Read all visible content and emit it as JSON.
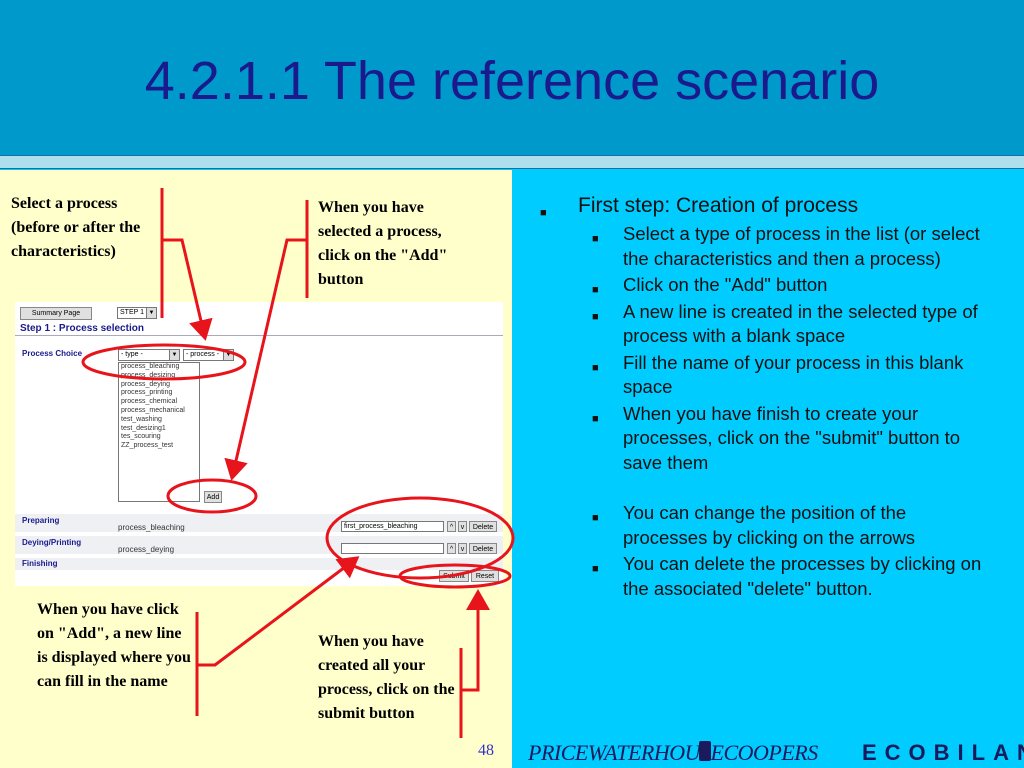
{
  "slide": {
    "title": "4.2.1.1 The reference scenario",
    "page_number": "48"
  },
  "callouts": {
    "select_process": "Select a process (before or after the characteristics)",
    "click_add": "When you have selected a process, click on the \"Add\" button",
    "new_line": "When you have click on \"Add\", a new line is displayed where you can fill in the name",
    "submit": "When you have created all your process, click on the submit button"
  },
  "app": {
    "summary_button": "Summary Page",
    "step_select": "STEP 1",
    "step_heading": "Step 1 : Process selection",
    "process_choice_label": "Process Choice",
    "type_select": "- type -",
    "process_select": "- process -",
    "list_items": [
      "process_bleaching",
      "process_desizing",
      "process_deying",
      "process_printing",
      "process_chemical",
      "process_mechanical",
      "test_washing",
      "test_desizing1",
      "tes_scouring",
      "ZZ_process_test"
    ],
    "add_button": "Add",
    "rows": [
      {
        "section": "Preparing",
        "process": "process_bleaching",
        "name_value": "first_process_bleaching",
        "up": "^",
        "down": "v",
        "delete": "Delete"
      },
      {
        "section": "Deying/Printing",
        "process": "process_deying",
        "name_value": "",
        "up": "^",
        "down": "v",
        "delete": "Delete"
      }
    ],
    "finishing_label": "Finishing",
    "submit_button": "Submit",
    "reset_button": "Reset"
  },
  "bullets": {
    "main": "First step: Creation of process",
    "items": [
      "Select a type of process in the list (or select the characteristics and then a process)",
      "Click on the \"Add\" button",
      "A new line is created in the selected type of process with a blank space",
      "Fill the name of your process in this blank space",
      "When you have finish to create your processes, click on the \"submit\" button to save them",
      "You can change the position of the processes by clicking on the arrows",
      "You can delete the processes by clicking on the associated \"delete\" button."
    ]
  },
  "logos": {
    "pwc": "PRICEWATERHOUSECOOPERS",
    "ecobilan": "ECOBILAN"
  },
  "colors": {
    "header": "#0099cc",
    "title": "#1a1a8c",
    "right_panel": "#00ccff",
    "left_panel": "#ffffcc",
    "annotation": "#e8141c"
  },
  "icons": {
    "bullet": "square-bullet-icon",
    "arrow": "arrow-pointer-icon",
    "select_arrow": "chevron-down-icon"
  }
}
